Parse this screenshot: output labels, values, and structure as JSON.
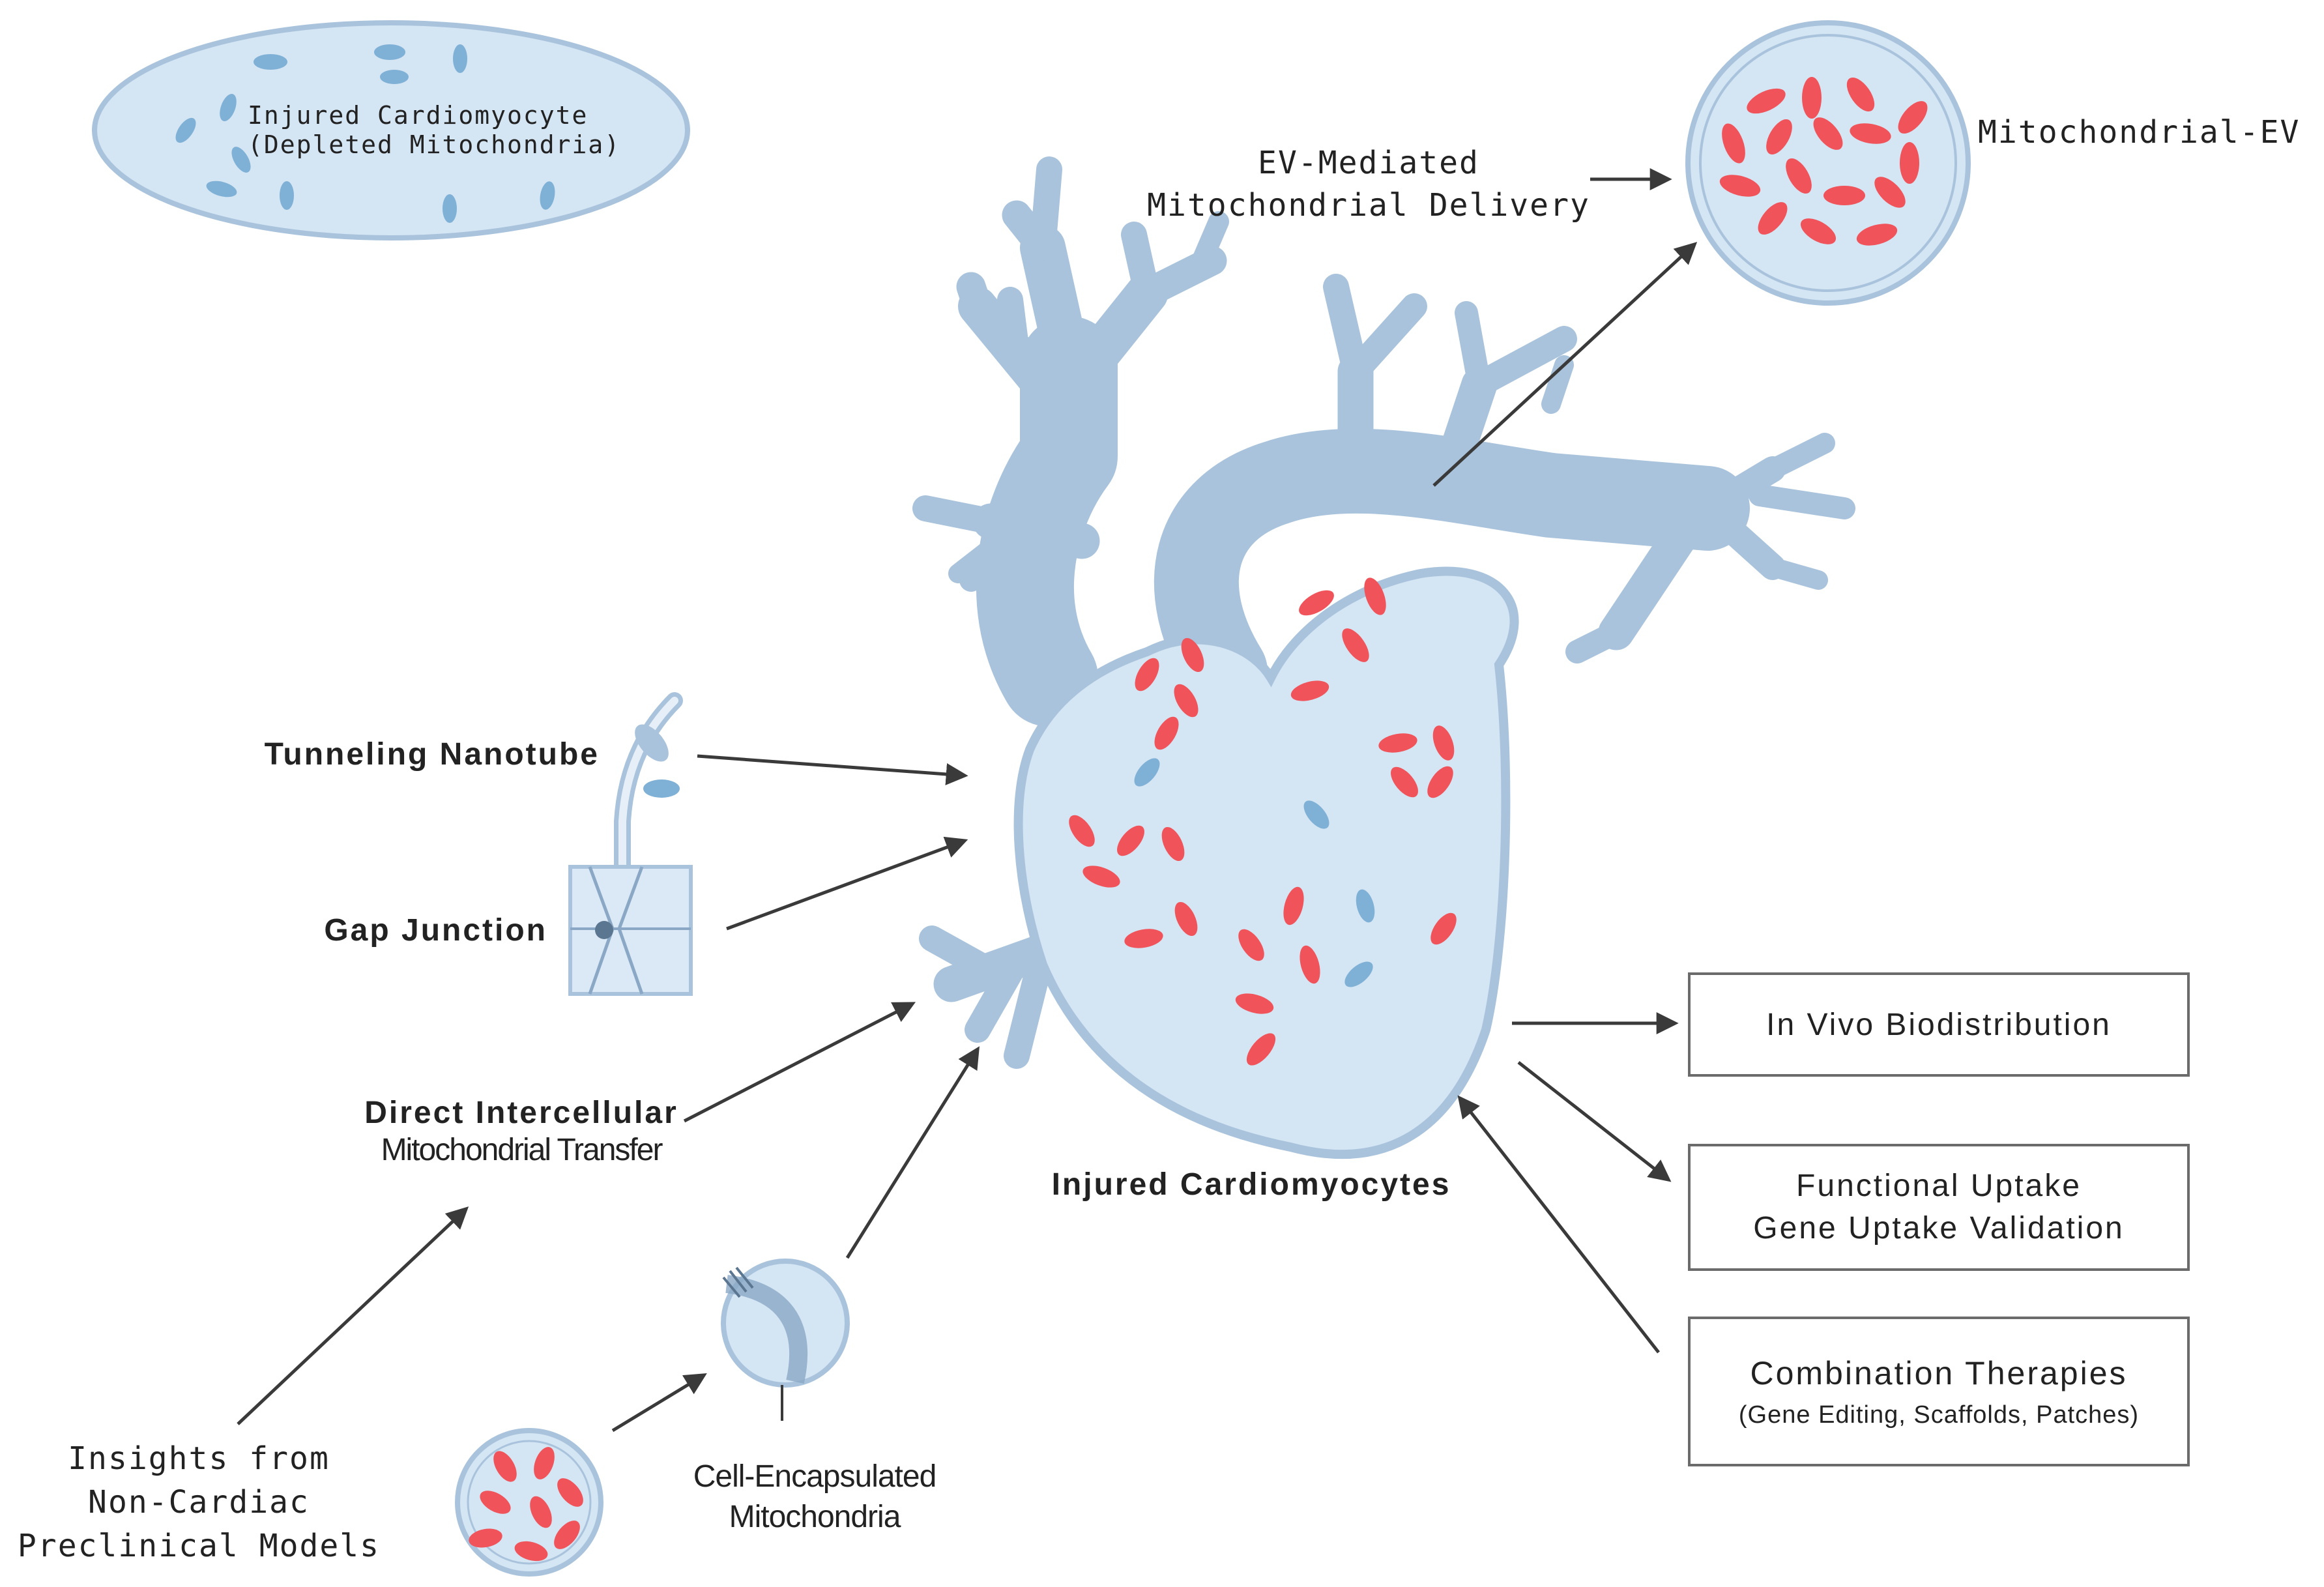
{
  "colors": {
    "vessel": "#a9c3dc",
    "heart_fill": "#d4e5f3",
    "heart_stroke": "#a9c3dc",
    "mito_red": "#f0545a",
    "mito_blue": "#7fb0d6",
    "arrow": "#3a3a3a",
    "box_border": "#6b6b6b",
    "text": "#222222"
  },
  "injured_cell": {
    "line1": "Injured Cardiomyocyte",
    "line2": "(Depleted Mitochondria)",
    "icon": "ellipse-cell-icon"
  },
  "ev_label": {
    "line1": "EV-Mediated",
    "line2": "Mitochondrial Delivery"
  },
  "mito_ev": {
    "label": "Mitochondrial-EV",
    "icon": "vesicle-with-red-mitochondria-icon"
  },
  "heart": {
    "label": "Injured Cardiomyocytes",
    "icon": "heart-icon"
  },
  "left_labels": {
    "tunneling": "Tunneling Nanotube",
    "gap": "Gap Junction",
    "direct_line1": "Direct Intercellular",
    "direct_line2": "Mitochondrial Transfer",
    "insights_line1": "Insights from",
    "insights_line2": "Non-Cardiac",
    "insights_line3": "Preclinical Models",
    "encapsulated_line1": "Cell-Encapsulated",
    "encapsulated_line2": "Mitochondria"
  },
  "boxes": {
    "biodistribution": "In Vivo Biodistribution",
    "uptake_line1": "Functional Uptake",
    "uptake_line2": "Gene Uptake Validation",
    "combination_line1": "Combination Therapies",
    "combination_line2": "(Gene Editing, Scaffolds, Patches)"
  }
}
